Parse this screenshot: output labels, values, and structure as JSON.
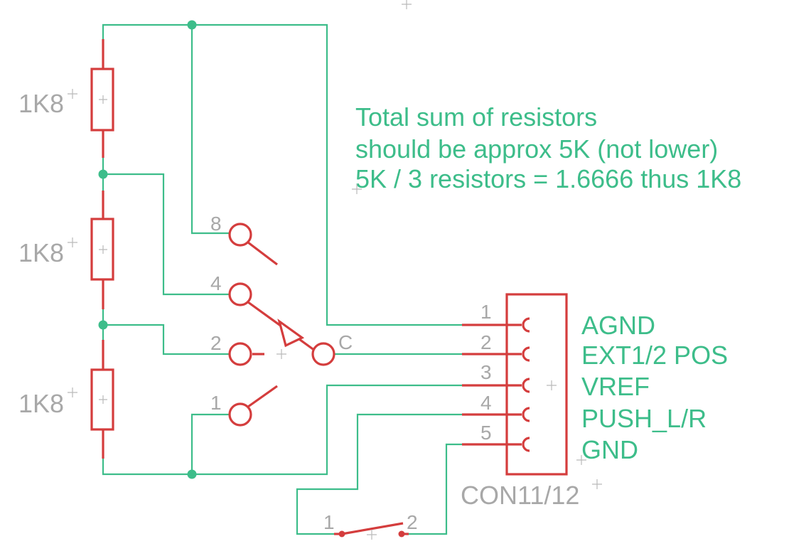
{
  "note": {
    "lines": [
      "Total sum of resistors",
      "should be approx 5K (not lower)",
      "5K / 3 resistors = 1.6666 thus 1K8"
    ]
  },
  "resistors": [
    {
      "value": "1K8"
    },
    {
      "value": "1K8"
    },
    {
      "value": "1K8"
    }
  ],
  "rotary_switch": {
    "positions": [
      "8",
      "4",
      "2",
      "1"
    ],
    "common": "C"
  },
  "connector": {
    "name": "CON11/12",
    "pins": [
      {
        "number": "1",
        "signal": "AGND"
      },
      {
        "number": "2",
        "signal": "EXT1/2 POS"
      },
      {
        "number": "3",
        "signal": "VREF"
      },
      {
        "number": "4",
        "signal": "PUSH_L/R"
      },
      {
        "number": "5",
        "signal": "GND"
      }
    ]
  },
  "pushbutton": {
    "pins": [
      "1",
      "2"
    ]
  },
  "colors": {
    "wire": "#3dbd8a",
    "part": "#d43d3d",
    "label": "#a8a8a8"
  }
}
